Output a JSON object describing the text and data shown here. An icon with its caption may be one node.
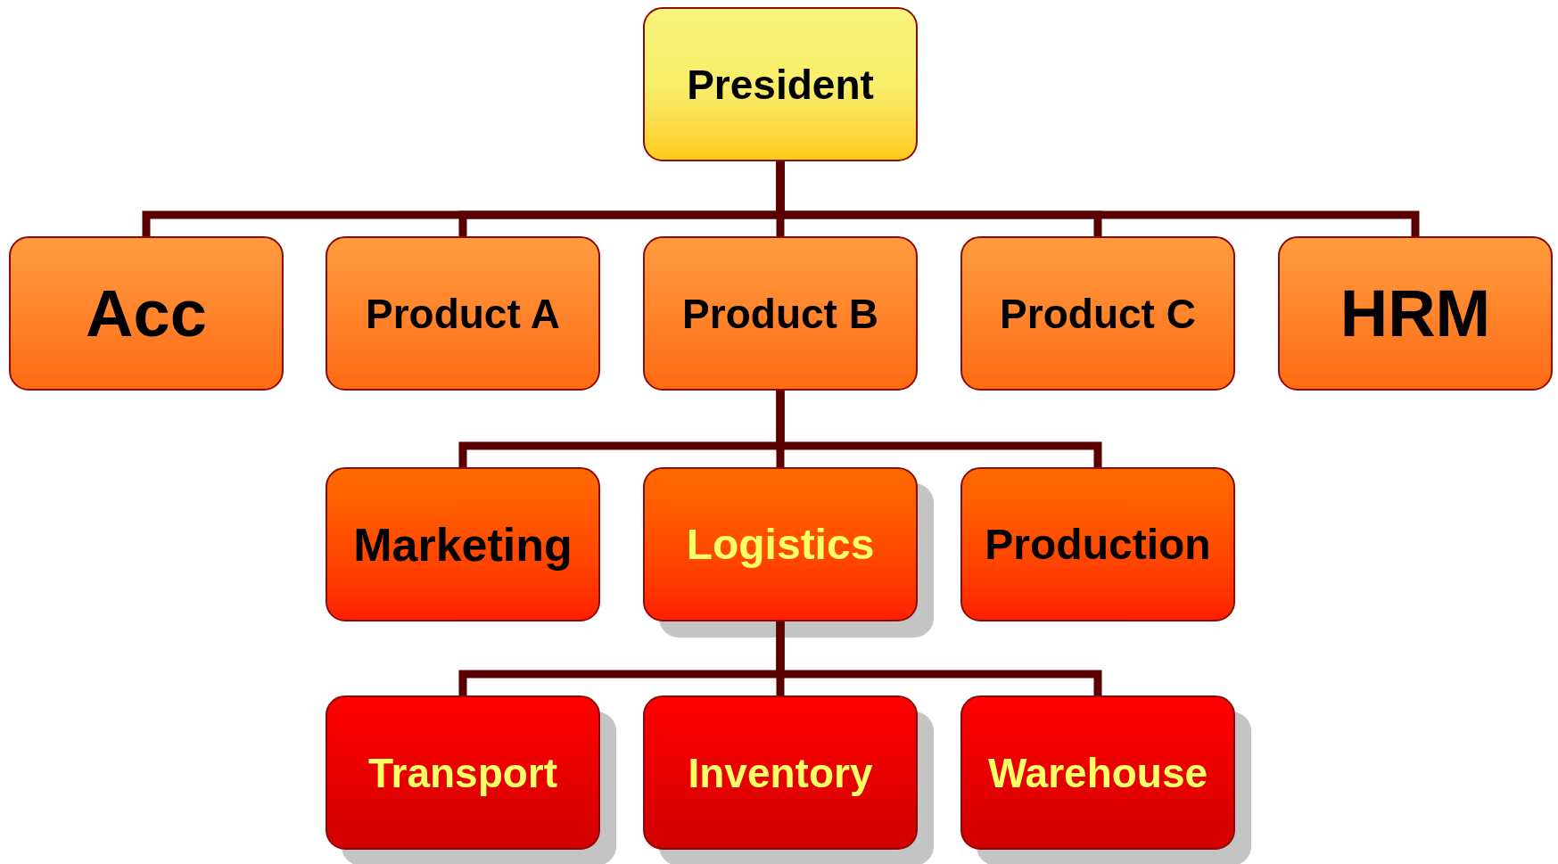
{
  "diagram": {
    "nodes": [
      {
        "text": [
          "President"
        ]
      },
      {
        "text": [
          "Acc"
        ]
      },
      {
        "text": [
          "Product A"
        ]
      },
      {
        "text": [
          "Product B"
        ]
      },
      {
        "text": [
          "Product C"
        ]
      },
      {
        "text": [
          "HRM"
        ]
      },
      {
        "text": [
          "Marketing"
        ]
      },
      {
        "text": [
          "Logistics"
        ]
      },
      {
        "text": [
          "Production"
        ]
      },
      {
        "text": [
          "Transport"
        ]
      },
      {
        "text": [
          "Inventory"
        ]
      },
      {
        "text": [
          "Warehouse"
        ]
      }
    ],
    "edges": [
      {
        "from": 0,
        "to": 1,
        "arrow": "none"
      },
      {
        "from": 0,
        "to": 2,
        "arrow": "none"
      },
      {
        "from": 0,
        "to": 3,
        "arrow": "none"
      },
      {
        "from": 0,
        "to": 4,
        "arrow": "none"
      },
      {
        "from": 0,
        "to": 5,
        "arrow": "none"
      },
      {
        "from": 3,
        "to": 6,
        "arrow": "none"
      },
      {
        "from": 3,
        "to": 7,
        "arrow": "none"
      },
      {
        "from": 3,
        "to": 8,
        "arrow": "none"
      },
      {
        "from": 7,
        "to": 9,
        "arrow": "none"
      },
      {
        "from": 7,
        "to": 10,
        "arrow": "none"
      },
      {
        "from": 7,
        "to": 11,
        "arrow": "none"
      }
    ]
  }
}
